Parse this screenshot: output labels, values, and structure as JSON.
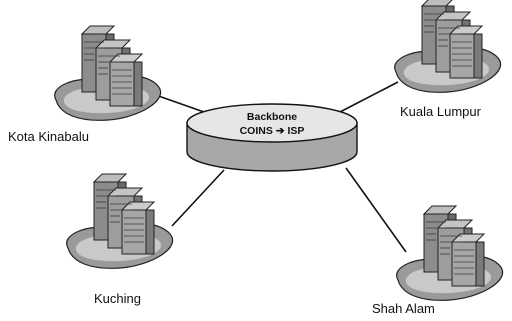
{
  "hub": {
    "line1": "Backbone",
    "line2": "COINS ➔ ISP"
  },
  "sites": [
    {
      "key": "kota_kinabalu",
      "label": "Kota Kinabalu"
    },
    {
      "key": "kuala_lumpur",
      "label": "Kuala Lumpur"
    },
    {
      "key": "kuching",
      "label": "Kuching"
    },
    {
      "key": "shah_alam",
      "label": "Shah Alam"
    }
  ],
  "icons": {
    "site": "building-on-island-icon",
    "hub": "backbone-cylinder-icon"
  },
  "colors": {
    "line": "#111111",
    "island": "#9a9a9a",
    "hub_top": "#e6e6e6",
    "hub_side": "#a8a8a8"
  }
}
